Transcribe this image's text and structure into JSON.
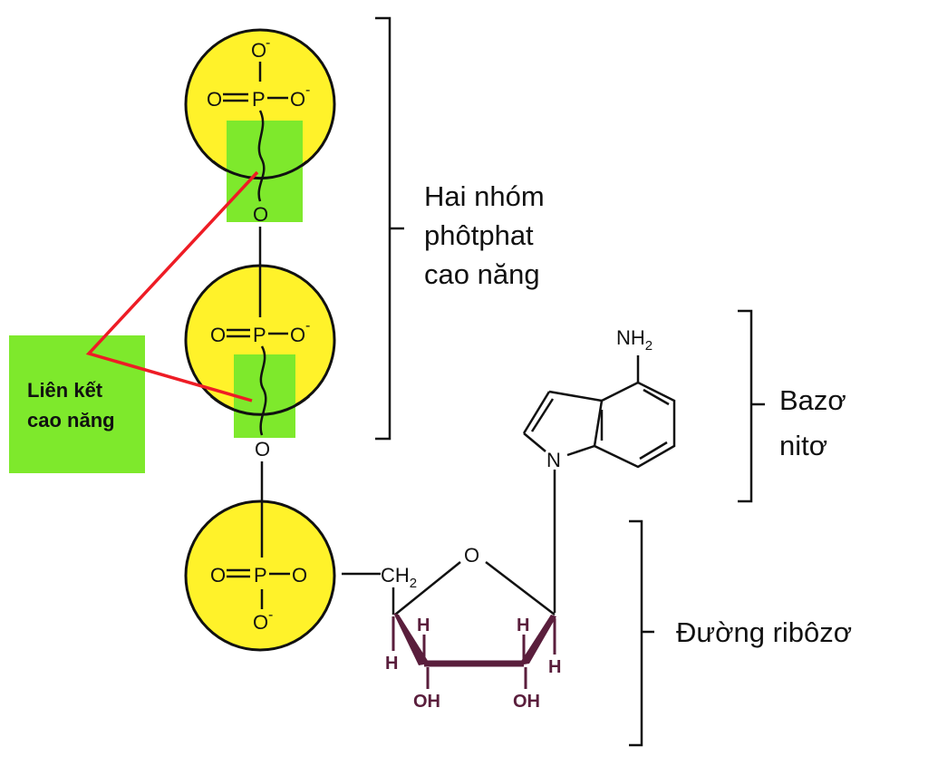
{
  "phosphate_groups": {
    "p1": {
      "top_o": "O",
      "top_charge": "-",
      "left_o": "O",
      "p": "P",
      "right_o": "O",
      "right_charge": "-"
    },
    "bridge1": "O",
    "p2": {
      "left_o": "O",
      "p": "P",
      "right_o": "O",
      "right_charge": "-"
    },
    "bridge2": "O",
    "p3": {
      "left_o": "O",
      "p": "P",
      "right_o": "O",
      "bottom_o": "O",
      "bottom_charge": "-"
    }
  },
  "sugar": {
    "ch2": "CH",
    "ch2_sub": "2",
    "ring_o": "O",
    "h_labels": [
      "H",
      "H",
      "H",
      "H"
    ],
    "oh_labels": [
      "OH",
      "OH"
    ]
  },
  "base": {
    "nh": "NH",
    "nh_sub": "2",
    "n": "N"
  },
  "labels": {
    "phosphate": [
      "Hai nhóm",
      "phôtphat",
      "cao năng"
    ],
    "base": [
      "Bazơ",
      "nitơ"
    ],
    "sugar": "Đường ribôzơ",
    "bond": [
      "Liên kết",
      "cao năng"
    ]
  },
  "colors": {
    "phosphate_fill": "#fff22a",
    "bond_box": "#7ee92c",
    "bond_lines": "#ee1c25",
    "sugar_text": "#5a1e3c"
  }
}
